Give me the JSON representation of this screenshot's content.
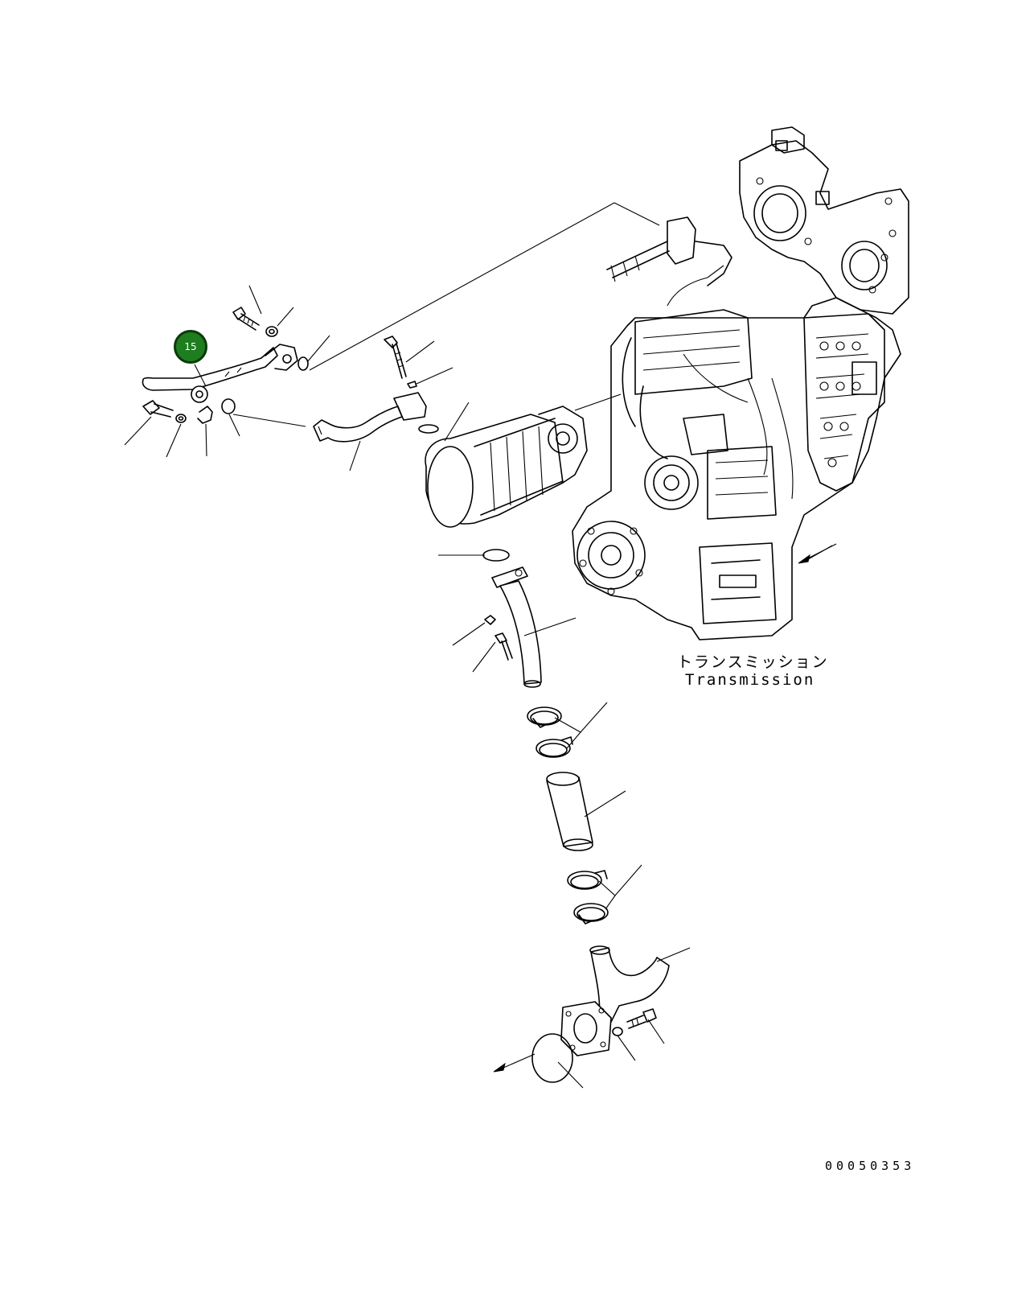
{
  "diagram": {
    "labels": {
      "transmission_jp": "トランスミッション",
      "transmission_en": "Transmission",
      "drawing_number": "00050353"
    },
    "callouts": [
      {
        "id": "15",
        "text": "15",
        "color": "#1e7d1e"
      }
    ]
  }
}
